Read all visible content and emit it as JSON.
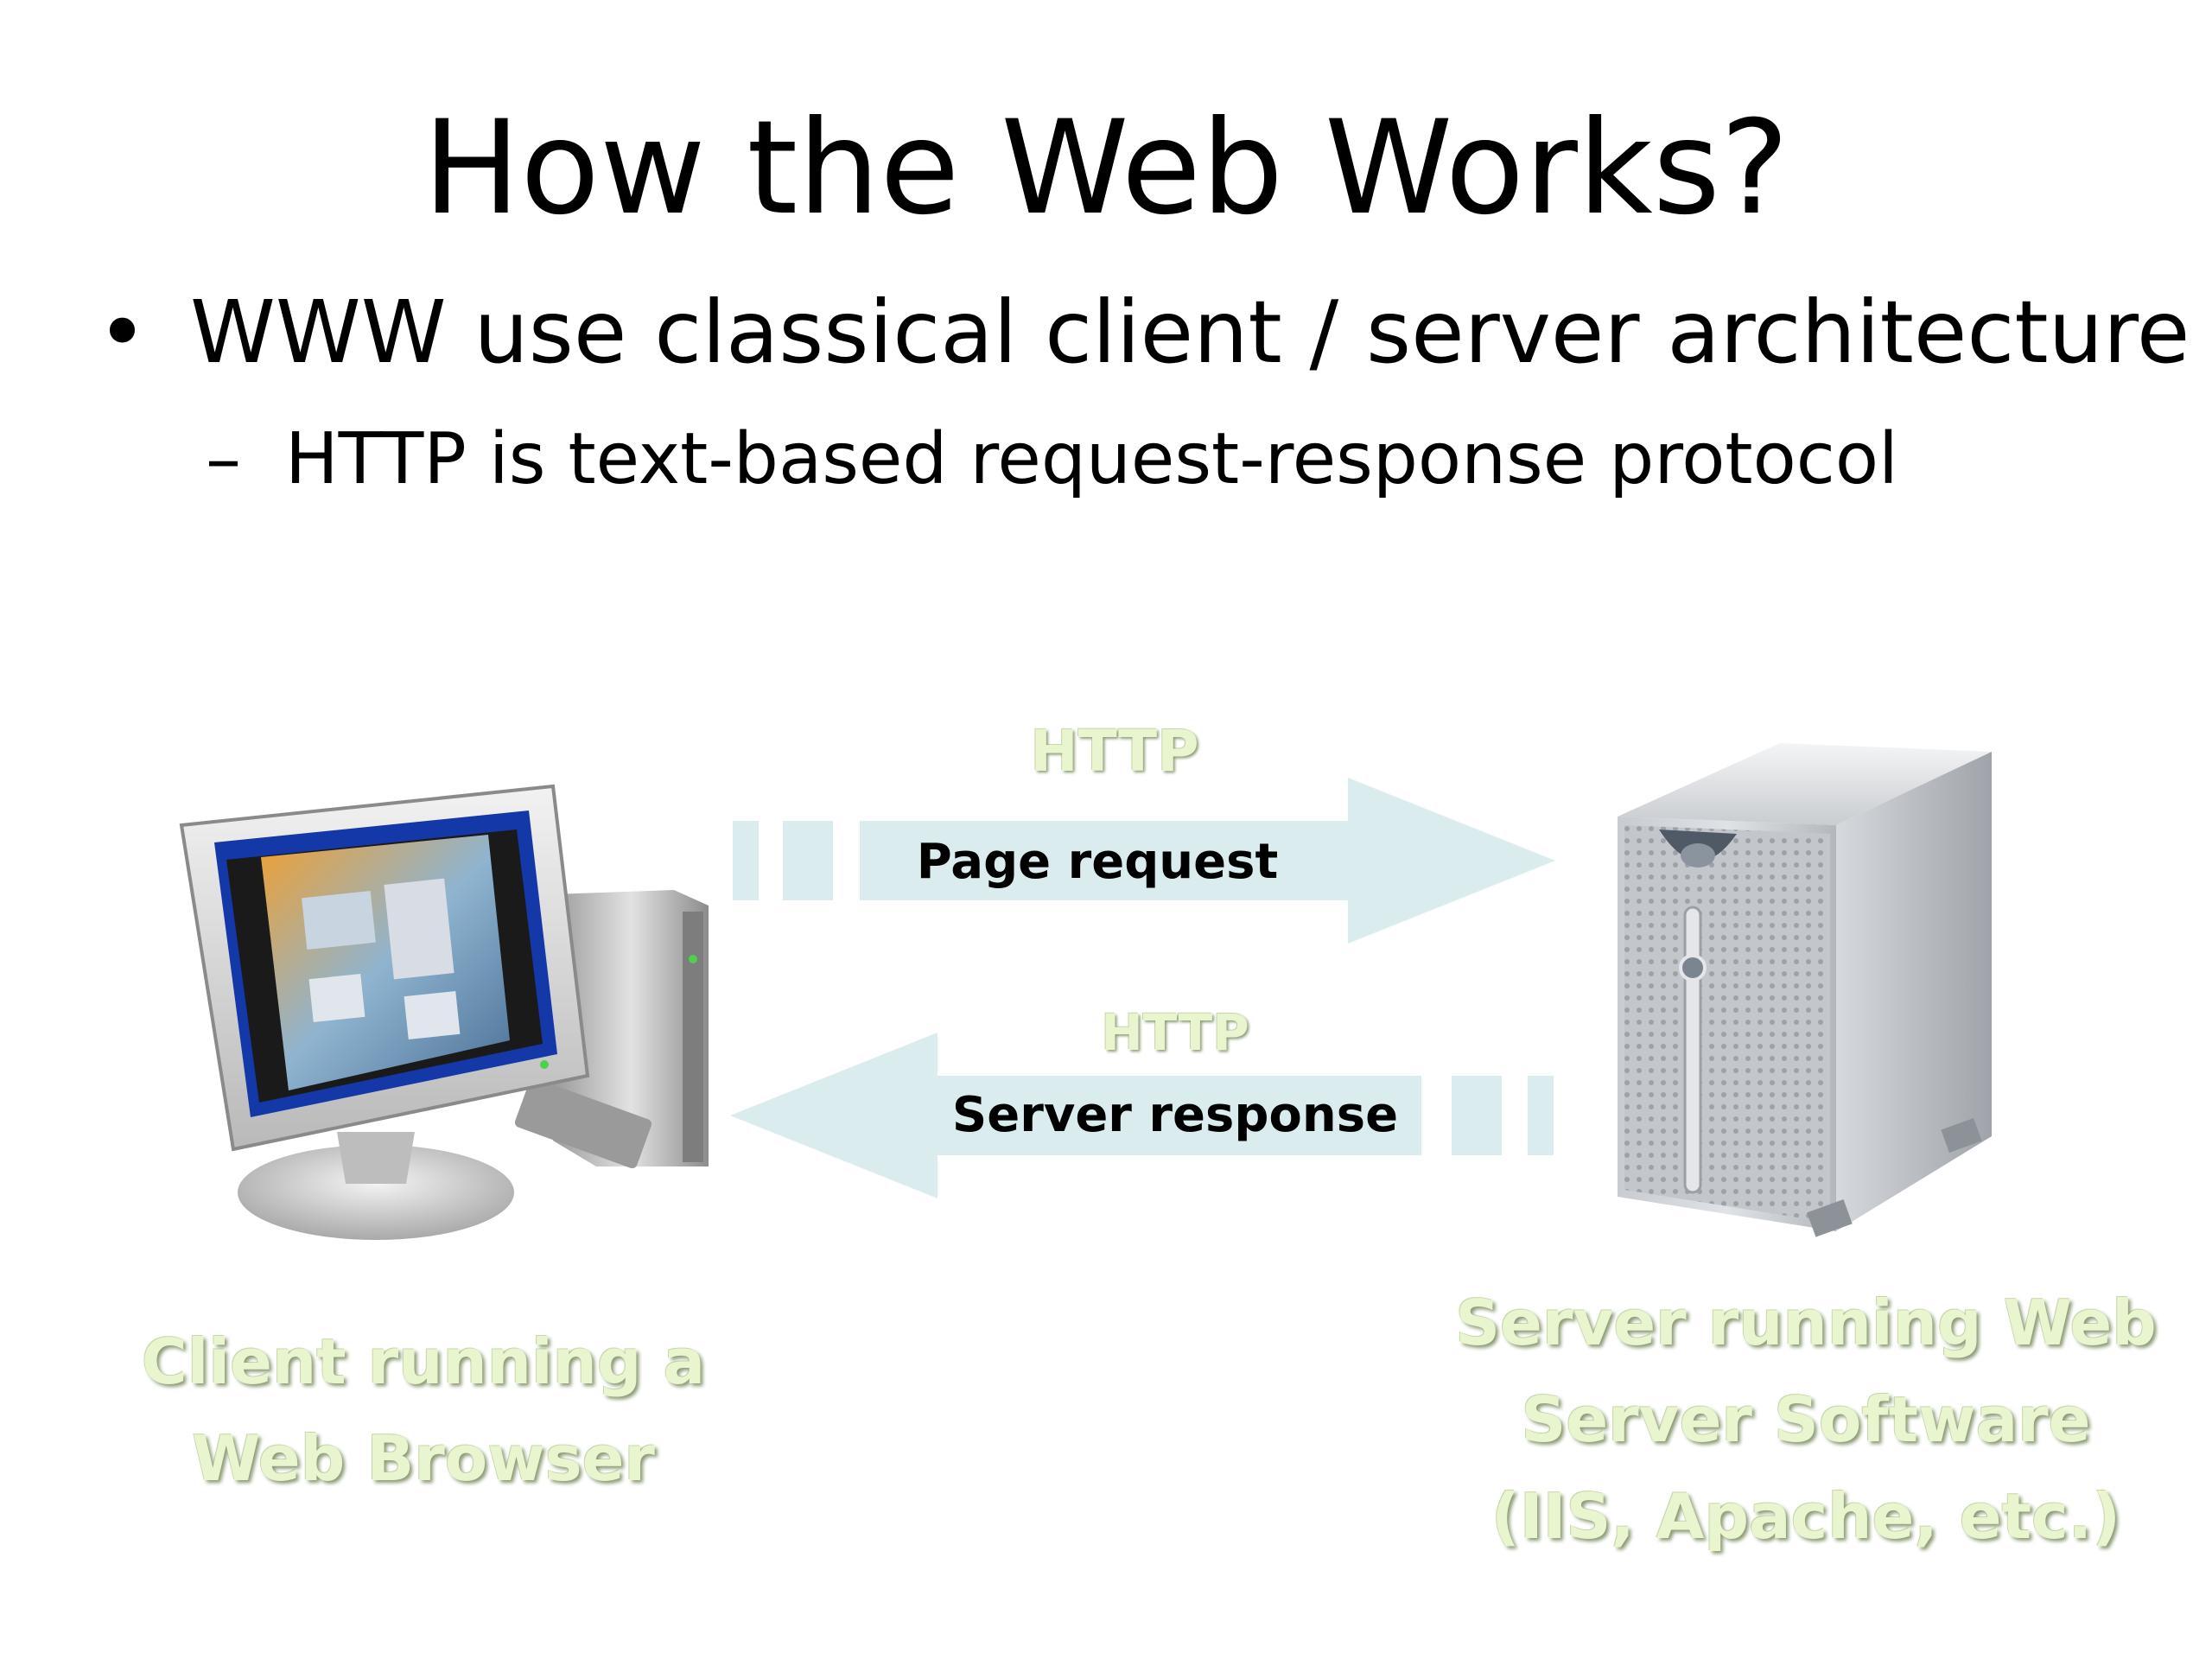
{
  "slide": {
    "title": "How the Web Works?",
    "bullet": "WWW use classical client / server architecture",
    "sub_bullet": "HTTP is text-based request-response protocol"
  },
  "diagram": {
    "request": {
      "protocol": "HTTP",
      "label": "Page request"
    },
    "response": {
      "protocol": "HTTP",
      "label": "Server response"
    },
    "client_caption": [
      "Client running a",
      "Web Browser"
    ],
    "server_caption": [
      "Server running Web",
      "Server Software",
      "(IIS, Apache, etc.)"
    ]
  },
  "icons": {
    "client": "desktop-computer-icon",
    "server": "server-tower-icon"
  },
  "colors": {
    "arrow_fill": "#dbecef",
    "caption_text": "#e8f5cf",
    "caption_shadow": "#8a9a74"
  }
}
